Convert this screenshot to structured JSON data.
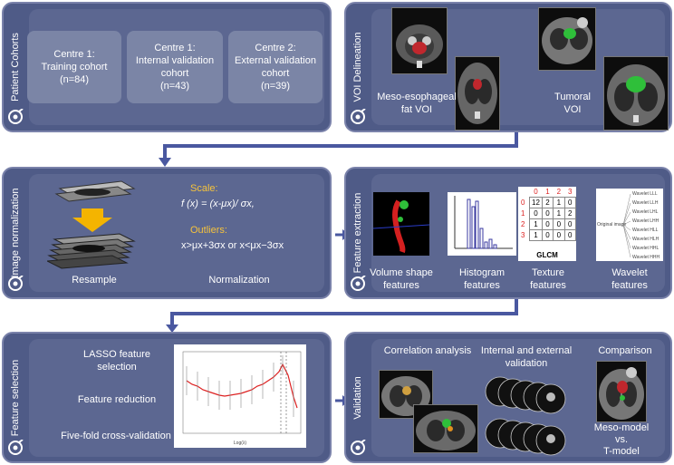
{
  "patient_cohorts": {
    "title": "Patient Cohorts",
    "cohorts": [
      {
        "name": "Centre 1:",
        "line2": "Training cohort",
        "line3": "",
        "n": "(n=84)"
      },
      {
        "name": "Centre 1:",
        "line2": "Internal validation",
        "line3": "cohort",
        "n": "(n=43)"
      },
      {
        "name": "Centre 2:",
        "line2": "External validation",
        "line3": "cohort",
        "n": "(n=39)"
      }
    ]
  },
  "voi_delineation": {
    "title": "VOI Delineation",
    "meso_label_1": "Meso-esophageal",
    "meso_label_2": "fat VOI",
    "tumoral_label_1": "Tumoral",
    "tumoral_label_2": "VOI"
  },
  "image_normalization": {
    "title": "Image normalization",
    "resample_label": "Resample",
    "scale_label": "Scale:",
    "scale_formula": "f (x) = (x-μx)/ σx,",
    "outliers_label": "Outliers:",
    "outliers_formula": "x>μx+3σx or x<μx−3σx",
    "normalization_label": "Normalization"
  },
  "feature_extraction": {
    "title": "Feature extraction",
    "items": [
      {
        "line1": "Volume shape",
        "line2": "features"
      },
      {
        "line1": "Histogram",
        "line2": "features"
      },
      {
        "line1": "Texture",
        "line2": "features"
      },
      {
        "line1": "Wavelet",
        "line2": "features"
      }
    ],
    "glcm": {
      "col_headers": [
        "0",
        "1",
        "2",
        "3"
      ],
      "row_headers": [
        "0",
        "1",
        "2",
        "3"
      ],
      "rows": [
        [
          "12",
          "2",
          "1",
          "0"
        ],
        [
          "0",
          "0",
          "1",
          "2"
        ],
        [
          "1",
          "0",
          "0",
          "0"
        ],
        [
          "1",
          "0",
          "0",
          "0"
        ]
      ],
      "label": "GLCM"
    },
    "wavelet_root": "Original image",
    "wavelet_items": [
      "Wavelet LLL",
      "Wavelet LLH",
      "Wavelet LHL",
      "Wavelet LHH",
      "Wavelet HLL",
      "Wavelet HLH",
      "Wavelet HHL",
      "Wavelet HHH"
    ]
  },
  "feature_selection": {
    "title": "Feature selection",
    "lasso_1": "LASSO feature",
    "lasso_2": "selection",
    "reduction": "Feature reduction",
    "cv": "Five-fold cross-validation",
    "plot_xlabel": "Log(λ)"
  },
  "validation": {
    "title": "Validation",
    "correlation": "Correlation analysis",
    "int_ext_1": "Internal  and external",
    "int_ext_2": "validation",
    "comparison": "Comparison",
    "model_1": "Meso-model",
    "model_2": "vs.",
    "model_3": "T-model"
  },
  "colors": {
    "panel": "#4f5b87",
    "inner": "#5c6791",
    "arrow": "#4a58a0",
    "highlight": "#f6c33c"
  }
}
